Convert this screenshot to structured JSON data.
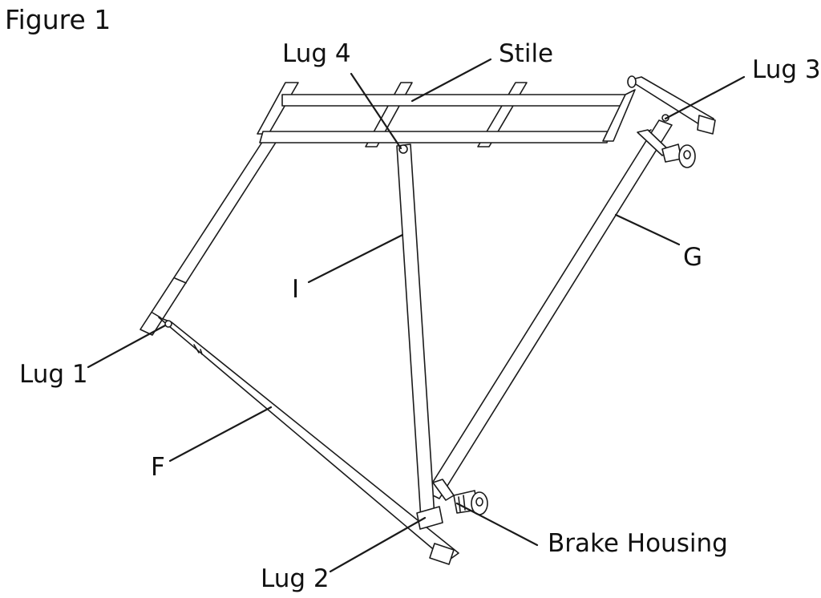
{
  "figure": {
    "title": "Figure 1",
    "colors": {
      "ink": "#111111",
      "frame": "#1a1a1a",
      "fill": "#ffffff"
    }
  },
  "callouts": {
    "lug4": "Lug 4",
    "stile": "Stile",
    "lug3": "Lug 3",
    "g": "G",
    "i": "I",
    "lug1": "Lug 1",
    "f": "F",
    "brake_housing": "Brake Housing",
    "lug2": "Lug 2"
  }
}
